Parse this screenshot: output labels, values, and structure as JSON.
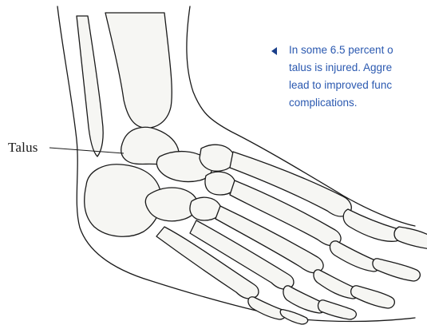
{
  "labels": {
    "talus": "Talus"
  },
  "caption": {
    "lines": [
      "In some 6.5 percent o",
      "talus is injured. Aggre",
      "lead to improved func",
      "complications."
    ]
  },
  "colors": {
    "caption_text": "#2b59b0",
    "marker": "#1a3f8a",
    "line_art": "#1a1a1a",
    "bone_fill": "#f6f6f3"
  }
}
